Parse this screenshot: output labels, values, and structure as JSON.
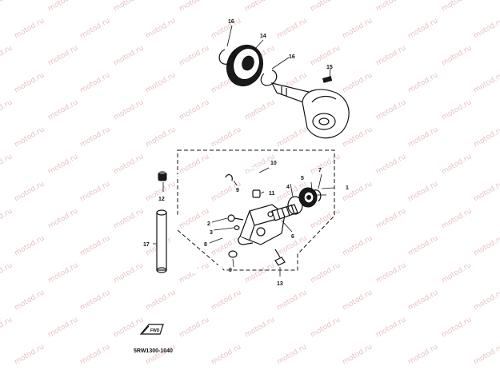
{
  "watermark": "motod.ru",
  "callouts": {
    "c1": "1",
    "c2": "2",
    "c3": "3",
    "c4": "4",
    "c5": "5",
    "c6": "6",
    "c7": "7",
    "c8": "8",
    "c9a": "9",
    "c9b": "9",
    "c10": "10",
    "c11": "11",
    "c12": "12",
    "c13": "13",
    "c14": "14",
    "c15": "15",
    "c16a": "16",
    "c16b": "16",
    "c17": "17"
  },
  "diagram_code": "5RW1300-1040",
  "fwd_label": "FWD"
}
